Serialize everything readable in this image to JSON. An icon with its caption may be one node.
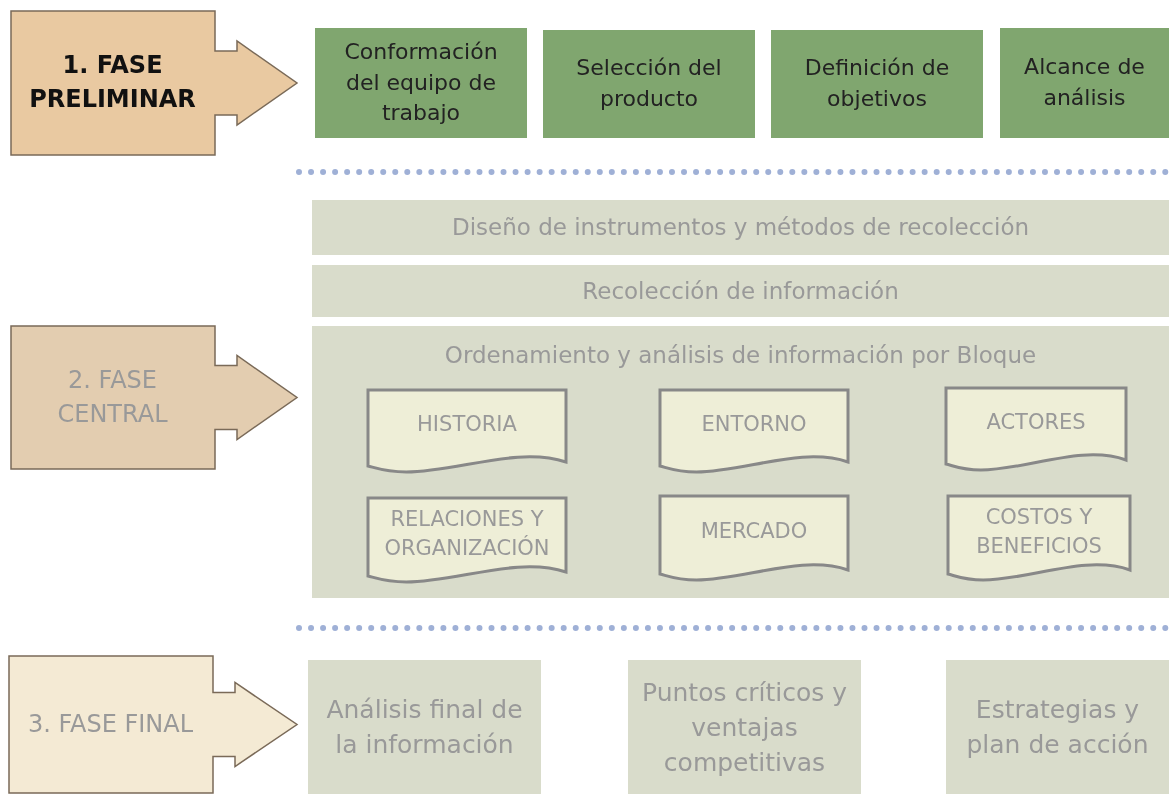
{
  "diagram": {
    "nodes": [
      {
        "text": [
          "1. FASE PRELIMINAR"
        ]
      },
      {
        "text": [
          "Conformación del equipo de trabajo"
        ]
      },
      {
        "text": [
          "Selección del producto"
        ]
      },
      {
        "text": [
          "Definición de objetivos"
        ]
      },
      {
        "text": [
          "Alcance de análisis"
        ]
      },
      {
        "text": [
          "Diseño de instrumentos y métodos de recolección"
        ]
      },
      {
        "text": [
          "Recolección de información"
        ]
      },
      {
        "text": [
          "2. FASE CENTRAL"
        ]
      },
      {
        "text": [
          "Ordenamiento y análisis de información por Bloque"
        ]
      },
      {
        "text": [
          "HISTORIA"
        ],
        "in": 8
      },
      {
        "text": [
          "ENTORNO"
        ],
        "in": 8
      },
      {
        "text": [
          "ACTORES"
        ],
        "in": 8
      },
      {
        "text": [
          "RELACIONES Y ORGANIZACIÓN"
        ],
        "in": 8
      },
      {
        "text": [
          "MERCADO"
        ],
        "in": 8
      },
      {
        "text": [
          "COSTOS Y BENEFICIOS"
        ],
        "in": 8
      },
      {
        "text": [
          "3. FASE FINAL"
        ]
      },
      {
        "text": [
          "Análisis final de la información"
        ]
      },
      {
        "text": [
          "Puntos críticos y ventajas competitivas"
        ]
      },
      {
        "text": [
          "Estrategias y plan de acción"
        ]
      }
    ],
    "edges": []
  }
}
